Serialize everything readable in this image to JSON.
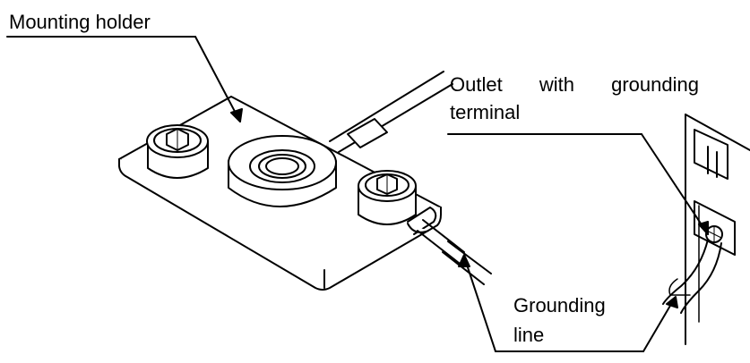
{
  "labels": {
    "mounting_holder": "Mounting holder",
    "outlet_line1_words": [
      "Outlet",
      "with",
      "grounding"
    ],
    "outlet_line2": "terminal",
    "grounding_line1": "Grounding",
    "grounding_line2": "line"
  },
  "colors": {
    "line": "#000000",
    "background": "#ffffff"
  }
}
